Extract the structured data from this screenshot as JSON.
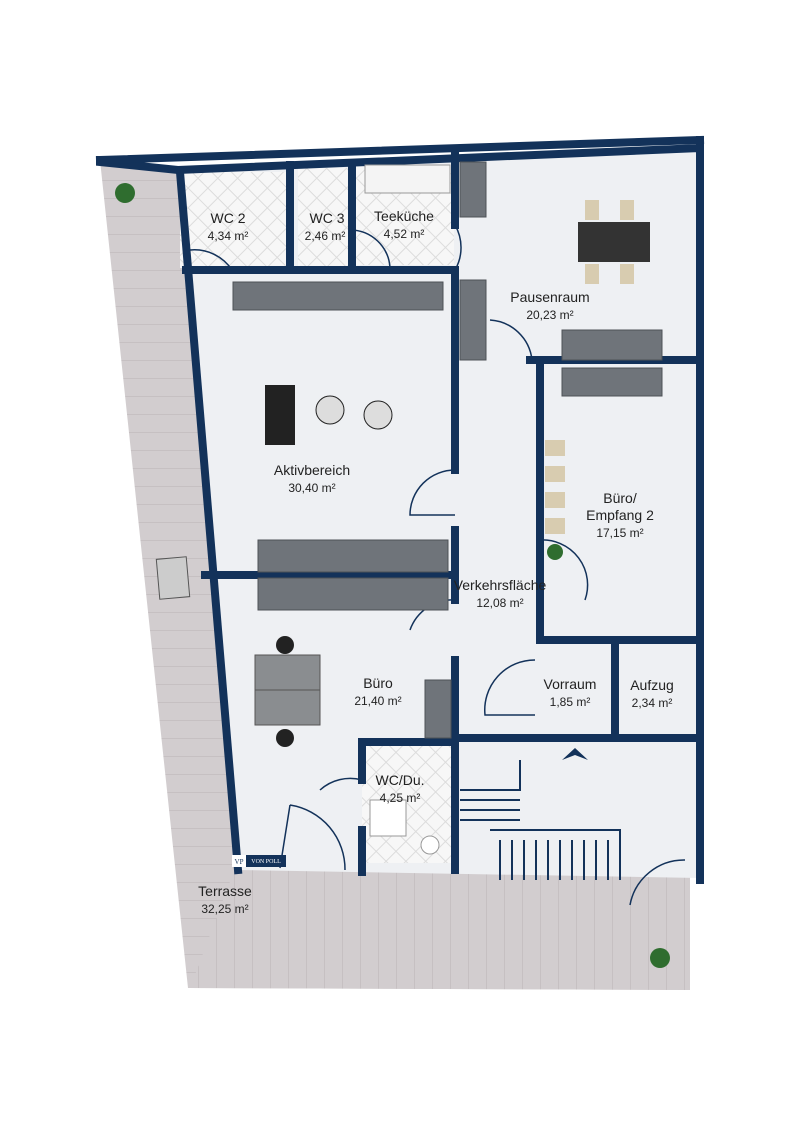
{
  "rooms": {
    "wc2": {
      "name": "WC 2",
      "area": "4,34 m²"
    },
    "wc3": {
      "name": "WC 3",
      "area": "2,46 m²"
    },
    "teekueche": {
      "name": "Teeküche",
      "area": "4,52 m²"
    },
    "pausenraum": {
      "name": "Pausenraum",
      "area": "20,23 m²"
    },
    "aktivbereich": {
      "name": "Aktivbereich",
      "area": "30,40 m²"
    },
    "buero_empfang": {
      "name_line1": "Büro/",
      "name_line2": "Empfang 2",
      "area": "17,15 m²"
    },
    "verkehrsflaeche": {
      "name": "Verkehrsfläche",
      "area": "12,08 m²"
    },
    "buero": {
      "name": "Büro",
      "area": "21,40 m²"
    },
    "vorraum": {
      "name": "Vorraum",
      "area": "1,85 m²"
    },
    "aufzug": {
      "name": "Aufzug",
      "area": "2,34 m²"
    },
    "wc_du": {
      "name": "WC/Du.",
      "area": "4,25 m²"
    },
    "terrasse": {
      "name": "Terrasse",
      "area": "32,25 m²"
    }
  },
  "logo": {
    "mark": "VP",
    "text": "VON POLL"
  },
  "colors": {
    "wall": "#13325a",
    "floor": "#eef0f3",
    "terrace": "#cfcacb",
    "tile": "#f4f4f4"
  }
}
